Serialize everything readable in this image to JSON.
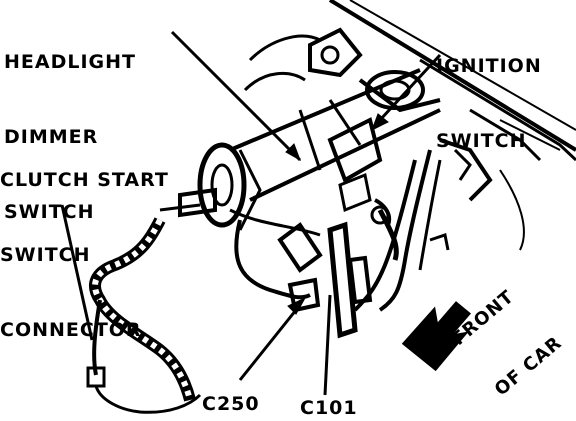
{
  "labels": {
    "headlight_dimmer_switch": [
      "HEADLIGHT",
      "DIMMER",
      "SWITCH"
    ],
    "ignition_switch": [
      "IGNITION",
      "SWITCH"
    ],
    "clutch_start_switch_connector": [
      "CLUTCH START",
      "SWITCH",
      "CONNECTOR"
    ],
    "c250": "C250",
    "c101": "C101",
    "front_of_car": [
      "FRONT",
      "OF CAR"
    ]
  },
  "colors": {
    "ink": "#000000",
    "paper": "#ffffff"
  }
}
